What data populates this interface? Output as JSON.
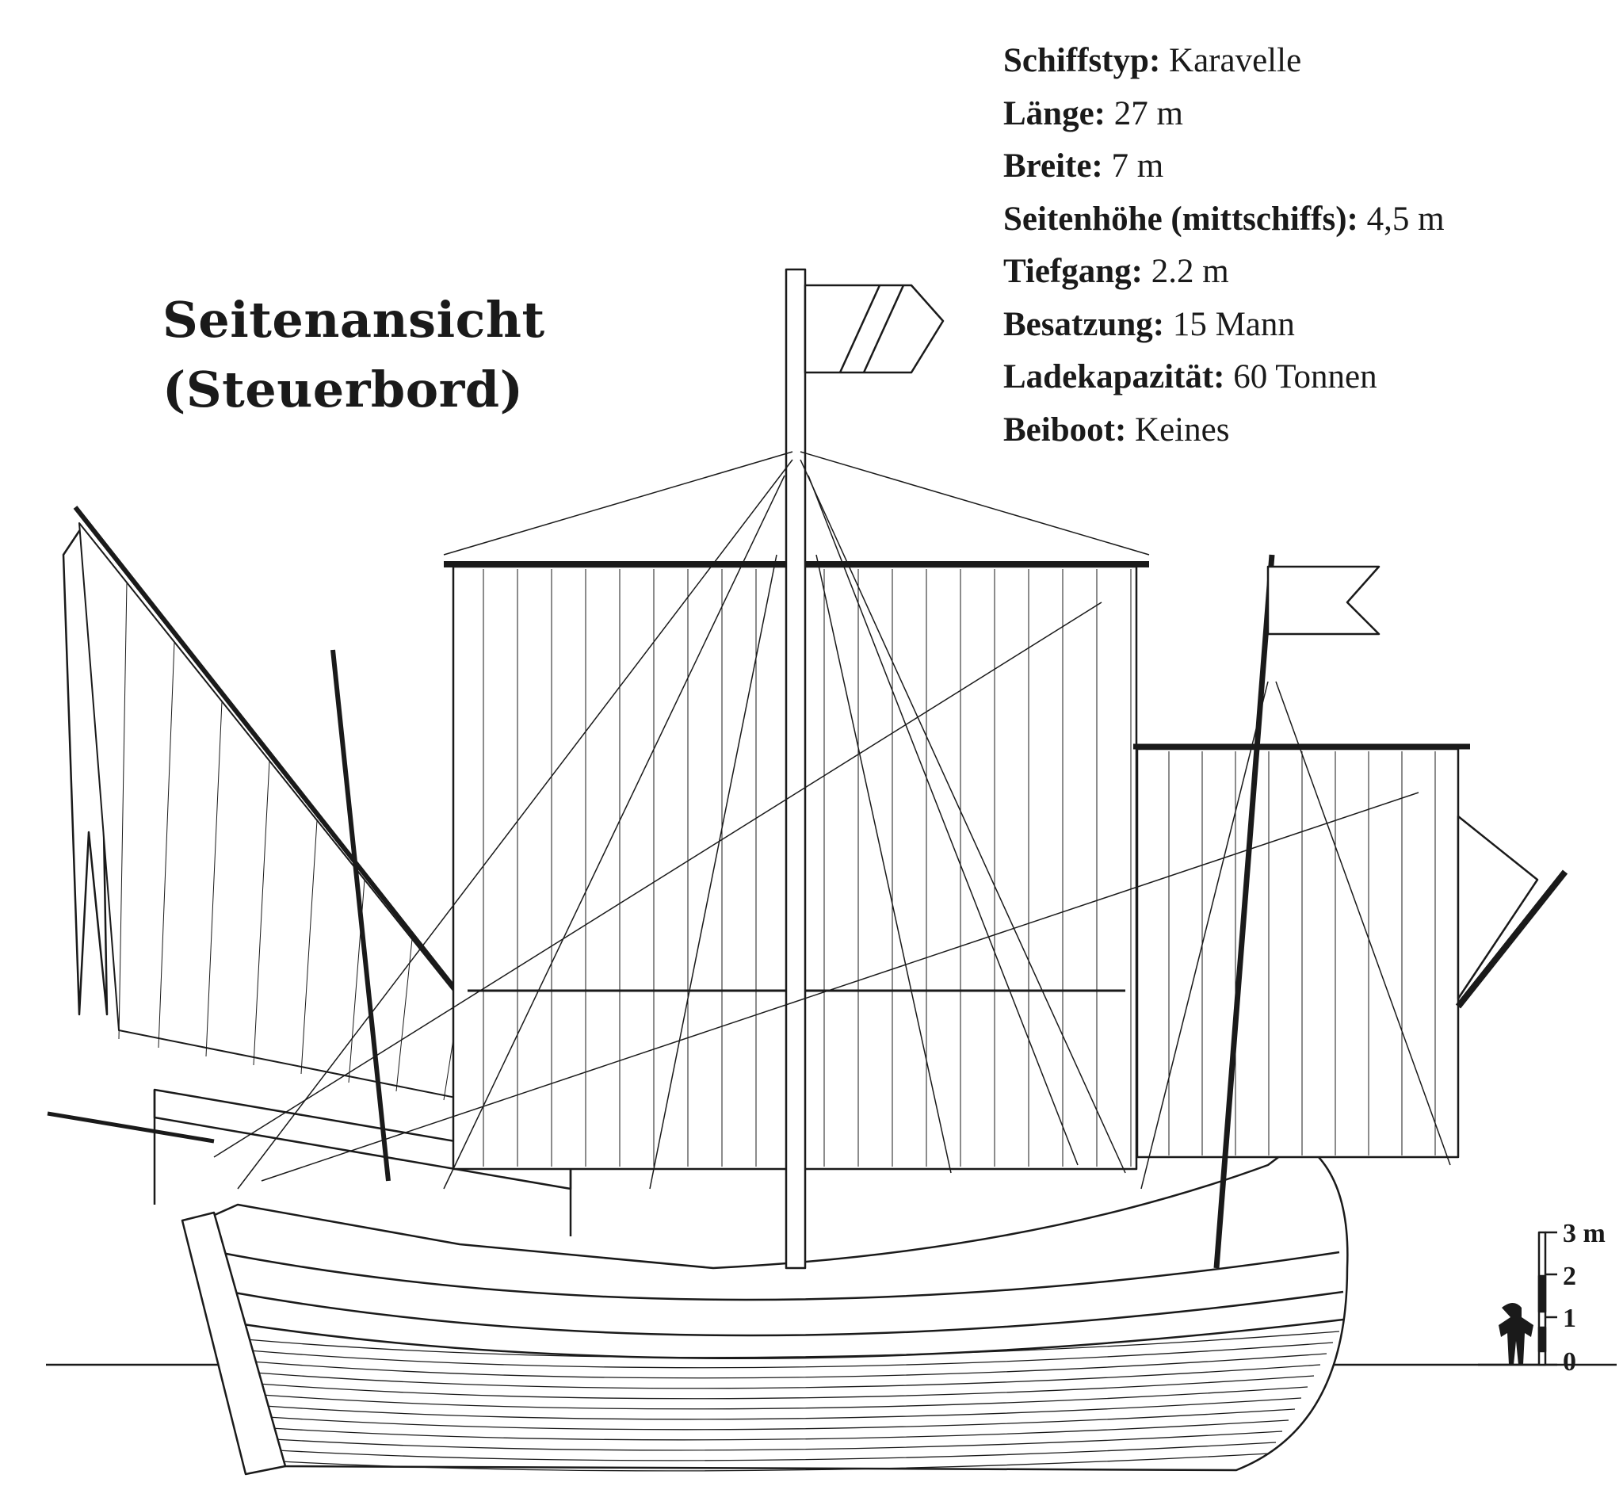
{
  "title": {
    "line1": "Seitenansicht",
    "line2": "(Steuerbord)"
  },
  "specs": [
    {
      "label": "Schiffstyp:",
      "value": "Karavelle"
    },
    {
      "label": "Länge:",
      "value": "27 m"
    },
    {
      "label": "Breite:",
      "value": "7 m"
    },
    {
      "label": "Seitenhöhe (mittschiffs):",
      "value": "4,5 m"
    },
    {
      "label": "Tiefgang:",
      "value": "2.2 m"
    },
    {
      "label": "Besatzung:",
      "value": "15 Mann"
    },
    {
      "label": "Ladekapazität:",
      "value": "60 Tonnen"
    },
    {
      "label": "Beiboot:",
      "value": "Keines"
    }
  ],
  "scale": {
    "labels": [
      "0",
      "1",
      "2",
      "3 m"
    ]
  },
  "colors": {
    "ink": "#1a1a1a",
    "paper": "#ffffff"
  }
}
